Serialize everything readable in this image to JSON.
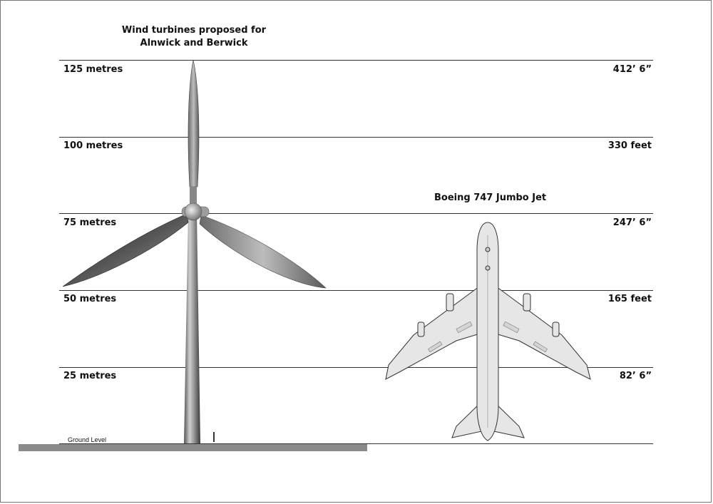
{
  "title": {
    "line1": "Wind turbines proposed for",
    "line2": "Alnwick and Berwick"
  },
  "scale_left": [
    "125 metres",
    "100 metres",
    "75 metres",
    "50 metres",
    "25 metres"
  ],
  "scale_right": [
    "412’ 6”",
    "330 feet",
    "247’ 6”",
    "165 feet",
    "82’ 6”"
  ],
  "plane_title": "Boeing 747 Jumbo Jet",
  "ground_label": "Ground Level",
  "colors": {
    "line": "#333333",
    "ground": "#8a8a8a",
    "plane_fill": "#e6e6e6",
    "turbine": "#9a9a9a"
  }
}
